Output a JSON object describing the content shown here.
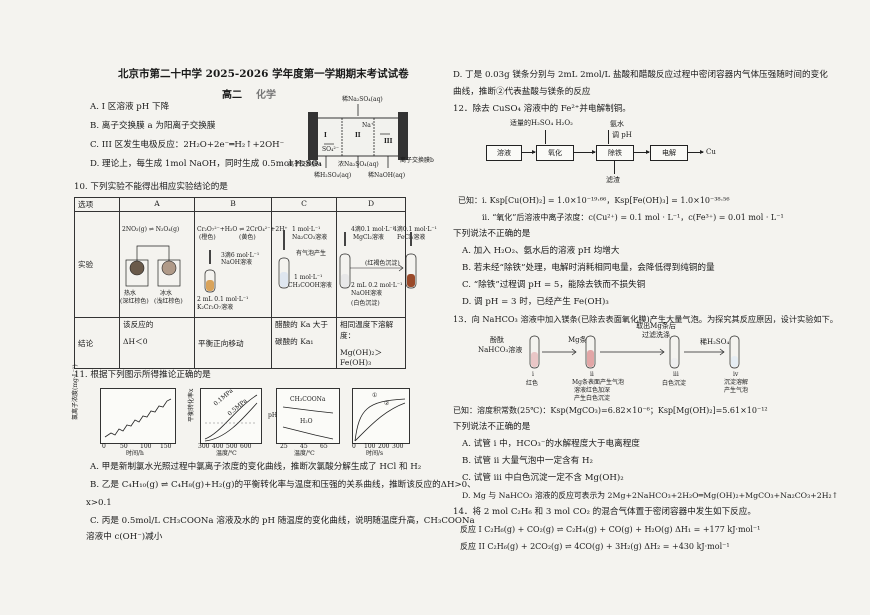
{
  "header": {
    "exam_title": "北京市第二十中学 2025-2026 学年度第一学期期末考试试卷",
    "grade": "高二",
    "subject_partial": "化学"
  },
  "left": {
    "q9_options": [
      "A. I 区溶液 pH 下降",
      "B. 离子交换膜 a 为阳离子交换膜",
      "C. III 区发生电极反应：2H₂O+2e⁻═H₂↑+2OH⁻",
      "D. 理论上，每生成 1mol NaOH，同时生成 0.5mol H₂SO₄"
    ],
    "cell_labels": {
      "top": "稀Na₂SO₄(aq)",
      "na": "Na⁺",
      "so4": "SO₄²⁻",
      "membrane_a": "离子交换膜a",
      "membrane_b": "离子交换膜b",
      "conc": "浓Na₂SO₄(aq)",
      "bottom_left": "稀H₂SO₄(aq)",
      "bottom_right": "稀NaOH(aq)",
      "regions": [
        "I",
        "II",
        "III"
      ]
    },
    "q10_stem": "10. 下列实验不能得出相应实验结论的是",
    "table": {
      "headers": [
        "选项",
        "A",
        "B",
        "C",
        "D"
      ],
      "row_experiment": "实验",
      "row_conclusion": "结论",
      "A_eq": "2NO₂(g) ⇌ N₂O₄(g)",
      "A_labels": [
        "热水",
        "(深红棕色)",
        "冰水",
        "(浅红棕色)"
      ],
      "B_eq1": "Cr₂O₇²⁻+H₂O ⇌ 2CrO₄²⁻+2H⁺",
      "B_colors": [
        "(橙色)",
        "(黄色)"
      ],
      "B_labels": [
        "3滴6 mol·L⁻¹",
        "NaOH溶液",
        "2 mL 0.1 mol·L⁻¹",
        "K₂Cr₂O₇溶液"
      ],
      "C_labels": [
        "1 mol·L⁻¹",
        "Na₂CO₃溶液",
        "有气泡产生",
        "1 mol·L⁻¹",
        "CH₃COOH溶液"
      ],
      "D_labels": [
        "4滴0.1 mol·L⁻¹",
        "MgCl₂溶液",
        "4滴0.1 mol·L⁻¹",
        "FeCl₃溶液",
        "2 mL 0.2 mol·L⁻¹",
        "NaOH溶液",
        "(白色沉淀)",
        "(红褐色沉淀)"
      ],
      "A_conclusion": [
        "该反应的",
        "ΔH＜0"
      ],
      "B_conclusion": "平衡正向移动",
      "C_conclusion": [
        "醋酸的 Ka 大于",
        "碳酸的 Ka₁"
      ],
      "D_conclusion": [
        "相同温度下溶解度：",
        "Mg(OH)₂＞Fe(OH)₃"
      ]
    },
    "q11_stem": "11. 根据下列图示所得推论正确的是",
    "charts": {
      "c1": {
        "ylabel": "氯离子浓度(mg·L⁻¹)",
        "xlabel": "时间/h",
        "ticks": [
          "0",
          "50",
          "100",
          "150"
        ]
      },
      "c2": {
        "ylabel": "平衡转化率x",
        "xlabel": "温度/℃",
        "series": [
          "0.1MPa",
          "0.5MPa"
        ],
        "ticks": [
          "300",
          "400",
          "500",
          "600"
        ]
      },
      "c3": {
        "ylabel": "pH",
        "xlabel": "温度/℃",
        "series": [
          "CH₃COONa",
          "H₂O"
        ],
        "ticks": [
          "25",
          "45",
          "65"
        ]
      },
      "c4": {
        "ylabel": "",
        "xlabel": "时间/s",
        "series": [
          "①",
          "②"
        ],
        "ticks": [
          "0",
          "100",
          "200",
          "300"
        ]
      }
    },
    "q11_options": [
      "A. 甲是新制氯水光照过程中氯离子浓度的变化曲线，推断次氯酸分解生成了 HCl 和 H₂",
      "B. 乙是 C₄H₁₀(g) ⇌ C₄H₈(g)+H₂(g)的平衡转化率与温度和压强的关系曲线，推断该反应的ΔH>0、",
      "x>0.1",
      "C. 丙是 0.5mol/L CH₃COONa 溶液及水的 pH 随温度的变化曲线，说明随温度升高，CH₃COONa",
      "溶液中 c(OH⁻)减小"
    ]
  },
  "right": {
    "q11_D": [
      "D. 丁是 0.03g 镁条分别与 2mL 2mol/L 盐酸和醋酸反应过程中密闭容器内气体压强随时间的变化",
      "曲线，推断②代表盐酸与镁条的反应"
    ],
    "q12_stem": "12．除去 CuSO₄ 溶液中的 Fe²⁺并电解制铜。",
    "flow": {
      "reagents1": "适量的H₂SO₄  H₂O₂",
      "reagents2": "氨水",
      "reagents3": "调 pH",
      "boxes": [
        "溶液",
        "氧化",
        "除铁",
        "电解"
      ],
      "product": "Cu",
      "residue": "滤渣"
    },
    "q12_known": [
      "已知：i. Ksp[Cu(OH)₂] = 1.0×10⁻¹⁹·⁶⁶，Ksp[Fe(OH)₃] = 1.0×10⁻³⁸·⁵⁶",
      "ii. “氧化”后溶液中离子浓度：c(Cu²⁺) = 0.1 mol · L⁻¹，c(Fe³⁺) = 0.01 mol · L⁻¹"
    ],
    "q12_prompt": "下列说法不正确的是",
    "q12_options": [
      "A. 加入 H₂O₂、氨水后的溶液 pH 均增大",
      "B. 若未经“除铁”处理，电解时消耗相同电量，会降低得到纯铜的量",
      "C. “除铁”过程调 pH = 5，能除去铁而不损失铜",
      "D. 调 pH = 3 时，已经产生 Fe(OH)₃"
    ],
    "q13_stem": "13．向 NaHCO₃ 溶液中加入镁条(已除去表面氧化膜)产生大量气泡。为探究其反应原因，设计实验如下。",
    "q13_labels": {
      "phenol": "酚酞",
      "solution": "NaHCO₃溶液",
      "mg": "Mg条",
      "step": "取出Mg条后过滤洗涤",
      "hcl": "稀H₂SO₄",
      "tubes": [
        "i",
        "ii",
        "iii",
        "iv"
      ],
      "t1": "红色",
      "t2": [
        "Mg条表面产生气泡",
        "溶液红色加深",
        "产生白色沉淀"
      ],
      "t3": "白色沉淀",
      "t4": [
        "沉淀溶解",
        "产生气泡"
      ]
    },
    "q13_known": "已知：溶度积常数(25℃)：Ksp(MgCO₃)=6.82×10⁻⁶；Ksp[Mg(OH)₂]=5.61×10⁻¹²",
    "q13_prompt": "下列说法不正确的是",
    "q13_options": [
      "A. 试管 i 中，HCO₃⁻的水解程度大于电离程度",
      "B. 试管 ii 大量气泡中一定含有 H₂",
      "C. 试管 iii 中白色沉淀一定不含 Mg(OH)₂",
      "D. Mg 与 NaHCO₃ 溶液的反应可表示为 2Mg+2NaHCO₃+2H₂O═Mg(OH)₂+MgCO₃+Na₂CO₃+2H₂↑"
    ],
    "q14_stem": "14．将 2 mol C₂H₆ 和 3 mol CO₂ 的混合气体置于密闭容器中发生如下反应。",
    "q14_r1": "反应 I   C₂H₆(g) + CO₂(g) ⇌ C₂H₄(g) + CO(g) + H₂O(g)   ΔH₁ = +177 kJ·mol⁻¹",
    "q14_r2": "反应 II  C₂H₆(g) + 2CO₂(g) ⇌ 4CO(g) + 3H₂(g)   ΔH₂ = +430 kJ·mol⁻¹"
  }
}
